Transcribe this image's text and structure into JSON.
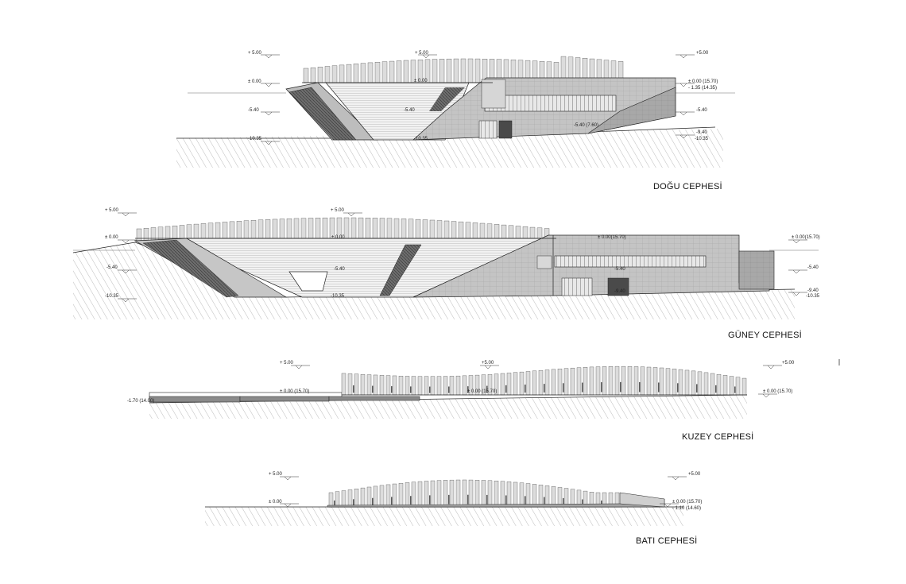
{
  "sheet": {
    "background": "#ffffff",
    "colors": {
      "wall": "#c9c9c9",
      "wall_dark": "#9a9a9a",
      "fin": "#dedede",
      "glass": "#4a4a4a",
      "hatch": "#7a7a7a",
      "line": "#222222"
    }
  },
  "elevations": [
    {
      "id": "dogu",
      "title": "DOĞU CEPHESİ",
      "levels": [
        "+ 5.00",
        "+ 5.00",
        "+5.00",
        "± 0.00",
        "± 0.00",
        "± 0.00 (15.70)",
        "- 1.35 (14.35)",
        "-5.40",
        "-5.40",
        "-5.40",
        "-5.40 (7.60)",
        "-9.40",
        "-10.35",
        "-10.35",
        "-10.35"
      ]
    },
    {
      "id": "guney",
      "title": "GÜNEY CEPHESİ",
      "levels": [
        "+ 5.00",
        "+ 5.00",
        "± 0.00",
        "± 0.00",
        "± 0.00(15.70)",
        "± 0.00(15.70)",
        "-5.40",
        "-5.40",
        "-5.40",
        "-5.40",
        "-9.40",
        "-9.40",
        "-10.35",
        "-10.35",
        "-10.35"
      ]
    },
    {
      "id": "kuzey",
      "title": "KUZEY CEPHESİ",
      "levels": [
        "+ 5.00",
        "+5.00",
        "+5.00",
        "± 0.00 (15.70)",
        "± 0.00 (15.70)",
        "± 0.00 (15.70)",
        "-1.70 (14.00)"
      ]
    },
    {
      "id": "bati",
      "title": "BATI CEPHESİ",
      "levels": [
        "+ 5.00",
        "+5.00",
        "± 0.00",
        "± 0.00 (15.70)",
        "- 1.10 (14.60)"
      ]
    }
  ]
}
